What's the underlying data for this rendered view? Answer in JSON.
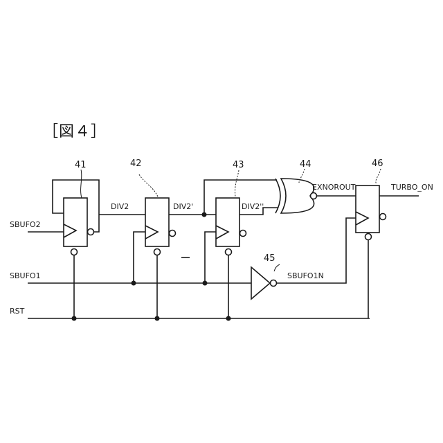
{
  "figure_label": "［図４］",
  "blocks": {
    "ff41": "41",
    "ff42": "42",
    "ff43": "43",
    "xnor44": "44",
    "inv45": "45",
    "ff46": "46"
  },
  "signals": {
    "sbufo2": "SBUFO2",
    "sbufo1": "SBUFO1",
    "rst": "RST",
    "div2": "DIV2",
    "div2p": "DIV2'",
    "div2pp": "DIV2''",
    "exnorout": "EXNOROUT",
    "turbo_on": "TURBO_ON",
    "sbufo1n": "SBUFO1N"
  }
}
